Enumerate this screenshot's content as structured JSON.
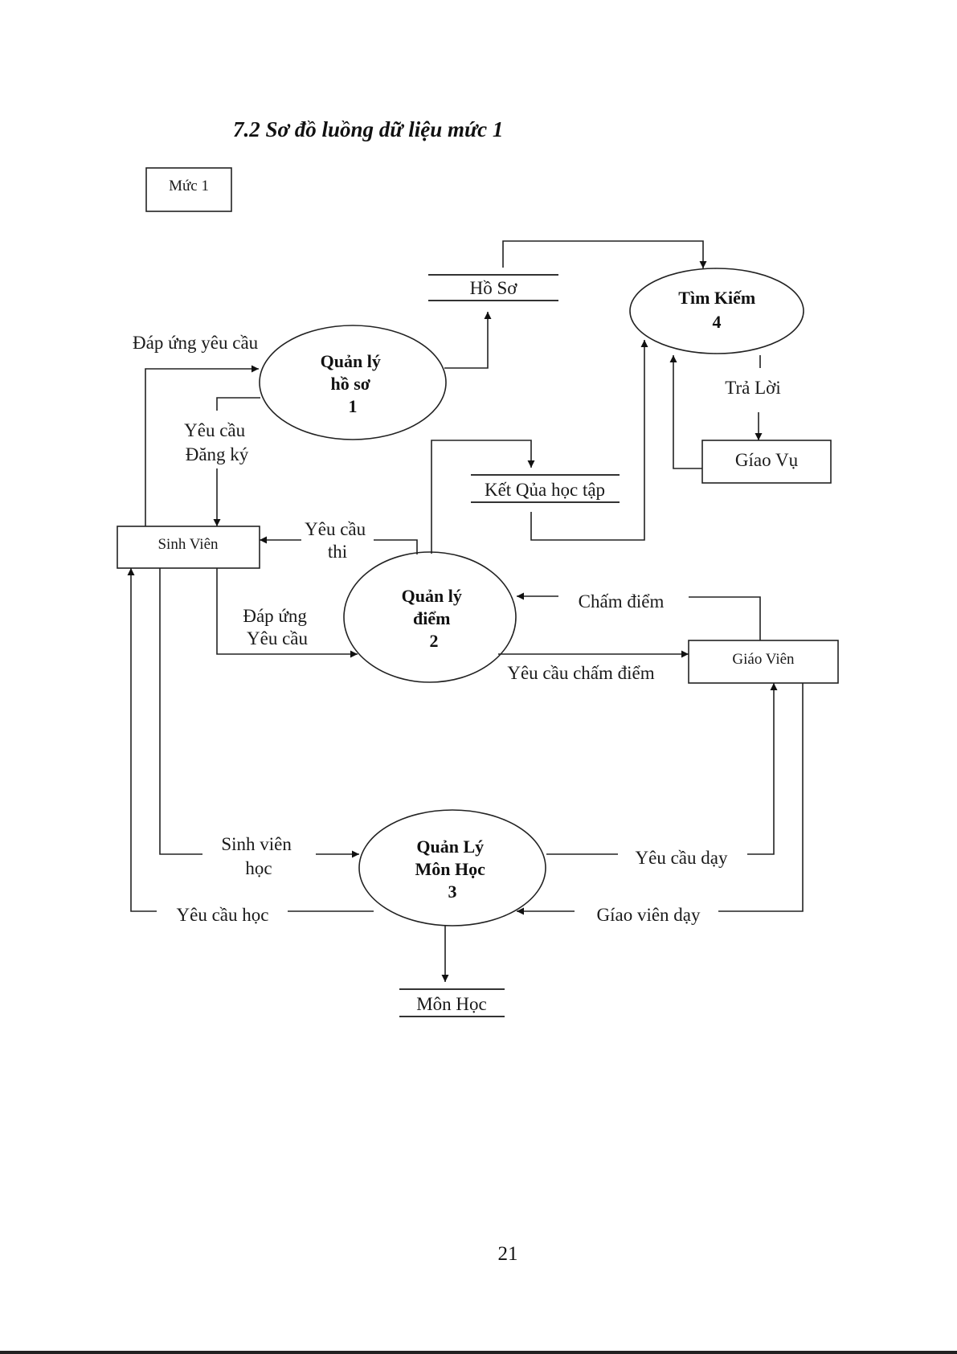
{
  "page": {
    "title": "7.2 Sơ đồ luồng dữ liệu mức 1",
    "page_number": "21"
  },
  "diagram": {
    "level_box": "Mức 1",
    "processes": [
      {
        "id": "p1",
        "lines": [
          "Quản lý",
          "hồ sơ",
          "1"
        ]
      },
      {
        "id": "p2",
        "lines": [
          "Quản lý",
          "điểm",
          "2"
        ]
      },
      {
        "id": "p3",
        "lines": [
          "Quản Lý",
          "Môn Học",
          "3"
        ]
      },
      {
        "id": "p4",
        "lines": [
          "Tìm Kiếm",
          "4"
        ]
      }
    ],
    "entities": {
      "sinh_vien": "Sinh Viên",
      "giao_vien": "Giáo Viên",
      "giao_vu": "Gíao Vụ"
    },
    "stores": {
      "ho_so": "Hồ Sơ",
      "ket_qua": "Kết Qủa học tập",
      "mon_hoc": "Môn Học"
    },
    "flows": {
      "dap_ung_yeu_cau_top": "Đáp ứng yêu cầu",
      "yeu_cau_dang_ky": [
        "Yêu cầu",
        "Đăng ký"
      ],
      "yeu_cau_thi": [
        "Yêu cầu",
        "thi"
      ],
      "dap_ung_yeu_cau_mid": [
        "Đáp ứng",
        "Yêu cầu"
      ],
      "tra_loi": "Trả Lời",
      "cham_diem": "Chấm điểm",
      "yeu_cau_cham_diem": "Yêu cầu chấm điểm",
      "sinh_vien_hoc": [
        "Sinh viên",
        "học"
      ],
      "yeu_cau_hoc": "Yêu cầu học",
      "yeu_cau_day": "Yêu cầu dạy",
      "giao_vien_day": "Gíao viên dạy"
    }
  }
}
